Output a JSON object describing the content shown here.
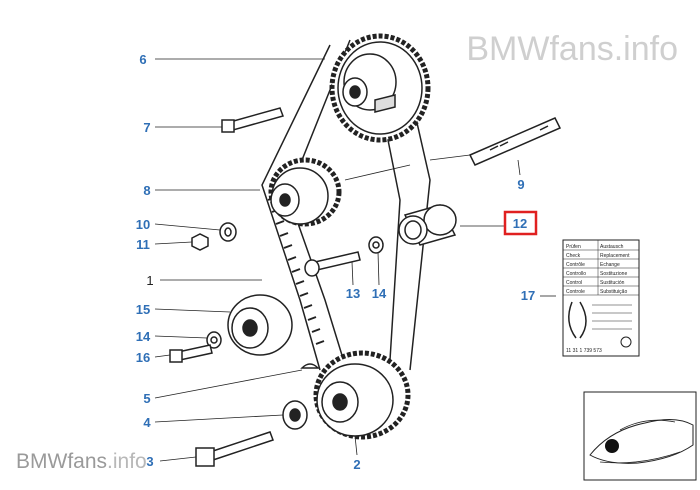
{
  "watermark": {
    "brand": "BMWfans",
    "suffix": ".info"
  },
  "callouts": {
    "c6": "6",
    "c7": "7",
    "c8": "8",
    "c10": "10",
    "c11": "11",
    "c1": "1",
    "c15": "15",
    "c14a": "14",
    "c16": "16",
    "c5": "5",
    "c4": "4",
    "c3": "3",
    "c2": "2",
    "c9": "9",
    "c12": "12",
    "c13": "13",
    "c14b": "14",
    "c17": "17"
  },
  "highlight": {
    "part": "12",
    "color": "#e02020"
  },
  "label_card": {
    "rows": [
      [
        "Prüfen",
        "Austausch"
      ],
      [
        "Check",
        "Replacement"
      ],
      [
        "Contrôle",
        "Echange"
      ],
      [
        "Controllo",
        "Sostituzione"
      ],
      [
        "Control",
        "Sustitución"
      ],
      [
        "Controle",
        "Substituição"
      ]
    ],
    "footer": "11 31 1 739 573"
  },
  "colors": {
    "callout_blue": "#2f6fb6",
    "line": "#222222"
  }
}
